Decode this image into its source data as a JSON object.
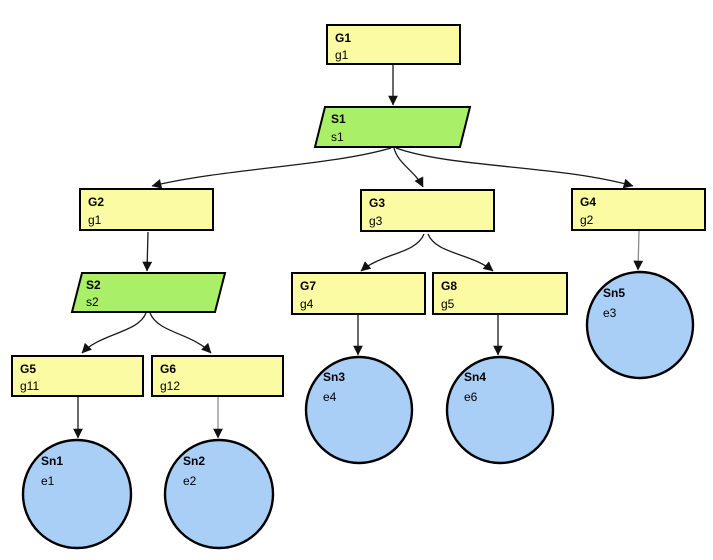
{
  "diagram": {
    "background": "#ffffff",
    "colors": {
      "goal_fill": "#FBFBA3",
      "strategy_fill": "#A9EF67",
      "solution_fill": "#A9CFF7",
      "node_border": "#000000",
      "edge": "#1a1a1a",
      "edge_light": "#8c8c8c",
      "arrowhead": "#111111"
    },
    "nodes": {
      "g1": {
        "label": "G1",
        "sublabel": "g1"
      },
      "s1": {
        "label": "S1",
        "sublabel": "s1"
      },
      "g2": {
        "label": "G2",
        "sublabel": "g1"
      },
      "g3": {
        "label": "G3",
        "sublabel": "g3"
      },
      "g4": {
        "label": "G4",
        "sublabel": "g2"
      },
      "s2": {
        "label": "S2",
        "sublabel": "s2"
      },
      "g7": {
        "label": "G7",
        "sublabel": "g4"
      },
      "g8": {
        "label": "G8",
        "sublabel": "g5"
      },
      "g5": {
        "label": "G5",
        "sublabel": "g11"
      },
      "g6": {
        "label": "G6",
        "sublabel": "g12"
      },
      "sn1": {
        "label": "Sn1",
        "sublabel": "e1"
      },
      "sn2": {
        "label": "Sn2",
        "sublabel": "e2"
      },
      "sn3": {
        "label": "Sn3",
        "sublabel": "e4"
      },
      "sn4": {
        "label": "Sn4",
        "sublabel": "e6"
      },
      "sn5": {
        "label": "Sn5",
        "sublabel": "e3"
      }
    },
    "edges": [
      {
        "from": "G1",
        "to": "S1"
      },
      {
        "from": "S1",
        "to": "G2"
      },
      {
        "from": "S1",
        "to": "G3"
      },
      {
        "from": "S1",
        "to": "G4"
      },
      {
        "from": "G2",
        "to": "S2"
      },
      {
        "from": "S2",
        "to": "G5"
      },
      {
        "from": "S2",
        "to": "G6"
      },
      {
        "from": "G3",
        "to": "G7"
      },
      {
        "from": "G3",
        "to": "G8"
      },
      {
        "from": "G4",
        "to": "Sn5"
      },
      {
        "from": "G5",
        "to": "Sn1"
      },
      {
        "from": "G6",
        "to": "Sn2"
      },
      {
        "from": "G7",
        "to": "Sn3"
      },
      {
        "from": "G8",
        "to": "Sn4"
      }
    ]
  }
}
